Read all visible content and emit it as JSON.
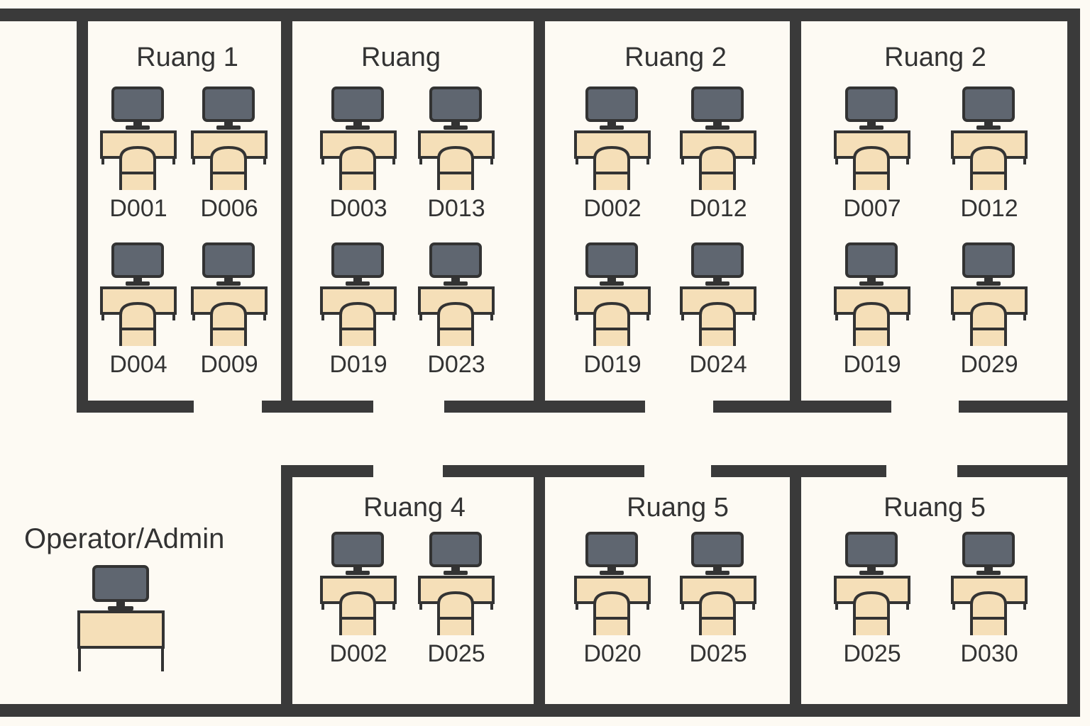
{
  "colors": {
    "wall": "#3a3a3a",
    "floor": "#fdfaf3",
    "room": "#fdf8ee",
    "desk": "#f5dfb8",
    "monitor": "#5f6670",
    "outline": "#333333"
  },
  "operator": {
    "label": "Operator/Admin",
    "icons": [
      "monitor-icon",
      "desk-icon"
    ]
  },
  "rooms": [
    {
      "name": "Ruang 1",
      "stations": [
        "D001",
        "D006",
        "D004",
        "D009"
      ]
    },
    {
      "name": "Ruang",
      "stations": [
        "D003",
        "D013",
        "D019",
        "D023"
      ]
    },
    {
      "name": "Ruang 2",
      "stations": [
        "D002",
        "D012",
        "D019",
        "D024"
      ]
    },
    {
      "name": "Ruang 2",
      "stations": [
        "D007",
        "D012",
        "D019",
        "D029"
      ]
    },
    {
      "name": "Ruang 4",
      "stations": [
        "D002",
        "D025"
      ]
    },
    {
      "name": "Ruang 5",
      "stations": [
        "D020",
        "D025"
      ]
    },
    {
      "name": "Ruang 5",
      "stations": [
        "D025",
        "D030"
      ]
    }
  ]
}
